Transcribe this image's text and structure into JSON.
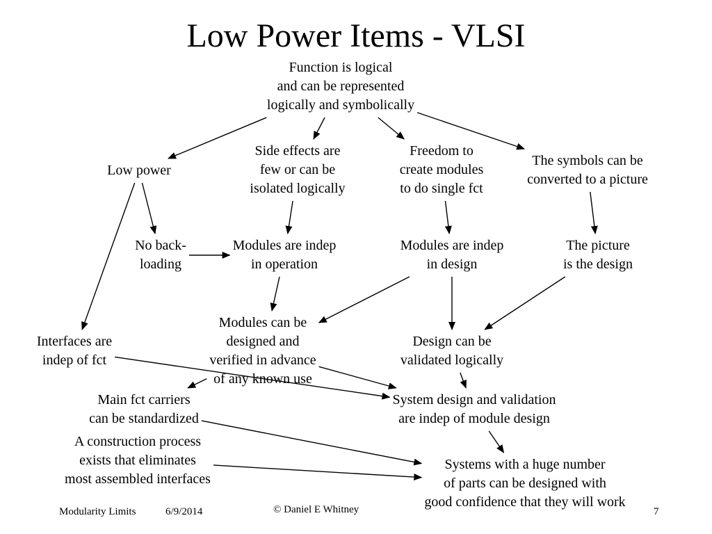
{
  "slide": {
    "title": "Low Power Items - VLSI",
    "nodes": {
      "function": [
        "Function is logical",
        "and can be represented",
        "logically and symbolically"
      ],
      "low_power": [
        "Low power"
      ],
      "side_effects": [
        "Side effects are",
        "few or can be",
        "isolated logically"
      ],
      "freedom": [
        "Freedom to",
        "create modules",
        "to do single fct"
      ],
      "symbols": [
        "The symbols can be",
        "converted to a picture"
      ],
      "no_backloading": [
        "No back-",
        "loading"
      ],
      "indep_operation": [
        "Modules are indep",
        "in operation"
      ],
      "indep_design": [
        "Modules are indep",
        "in design"
      ],
      "picture_design": [
        "The picture",
        "is the design"
      ],
      "interfaces": [
        "Interfaces are",
        "indep of fct"
      ],
      "modules_designed": [
        "Modules can be",
        "designed and",
        "verified in advance",
        "of any known use"
      ],
      "validated": [
        "Design can be",
        "validated logically"
      ],
      "main_fct": [
        "Main fct carriers",
        "can be standardized"
      ],
      "system_design": [
        "System design and validation",
        "are indep of module design"
      ],
      "construction": [
        "A construction process",
        "exists that eliminates",
        "most assembled interfaces"
      ],
      "systems_huge": [
        "Systems with a huge number",
        "of parts can be designed with",
        "good confidence that they will work"
      ]
    },
    "edges": [
      [
        "function",
        "low_power"
      ],
      [
        "function",
        "side_effects"
      ],
      [
        "function",
        "freedom"
      ],
      [
        "function",
        "symbols"
      ],
      [
        "low_power",
        "no_backloading"
      ],
      [
        "low_power",
        "interfaces"
      ],
      [
        "side_effects",
        "indep_operation"
      ],
      [
        "freedom",
        "indep_design"
      ],
      [
        "symbols",
        "picture_design"
      ],
      [
        "no_backloading",
        "indep_operation"
      ],
      [
        "indep_operation",
        "modules_designed"
      ],
      [
        "indep_design",
        "modules_designed"
      ],
      [
        "indep_design",
        "validated"
      ],
      [
        "picture_design",
        "validated"
      ],
      [
        "modules_designed",
        "main_fct"
      ],
      [
        "modules_designed",
        "system_design"
      ],
      [
        "validated",
        "system_design"
      ],
      [
        "interfaces",
        "system_design"
      ],
      [
        "main_fct",
        "systems_huge"
      ],
      [
        "construction",
        "systems_huge"
      ],
      [
        "system_design",
        "systems_huge"
      ]
    ]
  },
  "footer": {
    "left": "Modularity Limits",
    "date": "6/9/2014",
    "author": "© Daniel E Whitney",
    "page": "7"
  }
}
